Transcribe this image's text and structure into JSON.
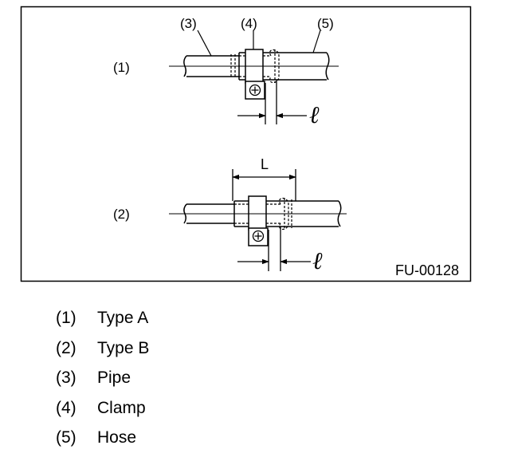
{
  "figure": {
    "code": "FU-00128",
    "callouts": {
      "pipe": "(3)",
      "clamp": "(4)",
      "hose": "(5)",
      "type_a": "(1)",
      "type_b": "(2)"
    },
    "dim_short": "ℓ",
    "dim_long": "L",
    "screw_symbol": "⊕"
  },
  "legend": [
    {
      "num": "(1)",
      "label": "Type A"
    },
    {
      "num": "(2)",
      "label": "Type B"
    },
    {
      "num": "(3)",
      "label": "Pipe"
    },
    {
      "num": "(4)",
      "label": "Clamp"
    },
    {
      "num": "(5)",
      "label": "Hose"
    }
  ]
}
